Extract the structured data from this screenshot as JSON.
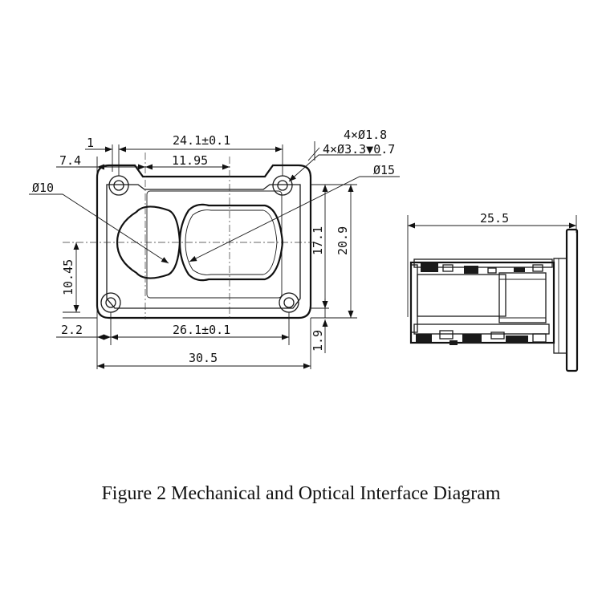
{
  "front_view": {
    "dim_1": "1",
    "dim_24_1": "24.1±0.1",
    "dim_7_4": "7.4",
    "dim_11_95": "11.95",
    "dim_phi10": "Ø10",
    "dim_4x_hole": "4×Ø1.8",
    "dim_4x_cbore": "4×Ø3.3▼0.7",
    "dim_phi15": "Ø15",
    "dim_17_1": "17.1",
    "dim_20_9": "20.9",
    "dim_10_45": "10.45",
    "dim_2_2": "2.2",
    "dim_26_1": "26.1±0.1",
    "dim_1_9": "1.9",
    "dim_30_5": "30.5"
  },
  "side_view": {
    "dim_25_5": "25.5"
  },
  "caption": "Figure 2 Mechanical and Optical Interface Diagram"
}
